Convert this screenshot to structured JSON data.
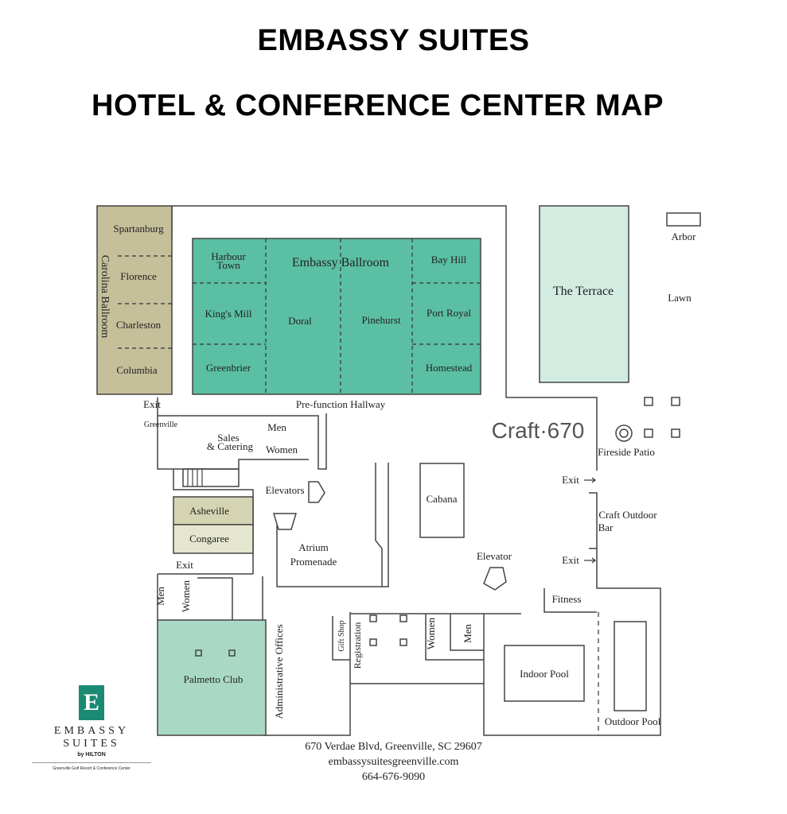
{
  "title": {
    "line1": "EMBASSY SUITES",
    "line2": "HOTEL & CONFERENCE CENTER MAP"
  },
  "colors": {
    "carolina": "#c5bf9a",
    "ballroom": "#5bbfa3",
    "terrace": "#d2ece1",
    "palmetto": "#a9d9c5",
    "meeting_light": "#e5e6cf",
    "meeting_mid": "#d4d4b2",
    "brand": "#1b8a73"
  },
  "rooms": {
    "carolina_ballroom": "Carolina Ballroom",
    "spartanburg": "Spartanburg",
    "florence": "Florence",
    "charleston": "Charleston",
    "columbia": "Columbia",
    "embassy_ballroom": "Embassy Ballroom",
    "harbour_town_1": "Harbour",
    "harbour_town_2": "Town",
    "kings_mill": "King's Mill",
    "greenbrier": "Greenbrier",
    "doral": "Doral",
    "pinehurst": "Pinehurst",
    "bay_hill": "Bay Hill",
    "port_royal": "Port Royal",
    "homestead": "Homestead",
    "terrace": "The Terrace",
    "arbor": "Arbor",
    "lawn": "Lawn",
    "prefunction": "Pre-function Hallway",
    "exit_top": "Exit",
    "greenville": "Greenville",
    "sales_1": "Sales",
    "sales_2": "& Catering",
    "men_top": "Men",
    "women_top": "Women",
    "craft_logo": "Craft·670",
    "fireside": "Fireside Patio",
    "exit_r1": "Exit",
    "exit_r2": "Exit",
    "craft_bar_1": "Craft Outdoor",
    "craft_bar_2": "Bar",
    "elevators": "Elevators",
    "cabana": "Cabana",
    "asheville": "Asheville",
    "congaree": "Congaree",
    "atrium_1": "Atrium",
    "atrium_2": "Promenade",
    "elevator": "Elevator",
    "exit_left": "Exit",
    "men_left": "Men",
    "women_left": "Women",
    "fitness": "Fitness",
    "palmetto": "Palmetto Club",
    "admin": "Administrative Offices",
    "gift_shop": "Gift Shop",
    "registration": "Registration",
    "women_mid": "Women",
    "men_mid": "Men",
    "indoor_pool": "Indoor Pool",
    "outdoor_pool": "Outdoor Pool"
  },
  "footer": {
    "address": "670 Verdae Blvd, Greenville, SC 29607",
    "website": "embassysuitesgreenville.com",
    "phone": "664-676-9090"
  },
  "logo": {
    "mark": "E",
    "name_1": "EMBASSY",
    "name_2": "SUITES",
    "by": "by HILTON",
    "tagline": "Greenville Golf Resort & Conference Center"
  }
}
